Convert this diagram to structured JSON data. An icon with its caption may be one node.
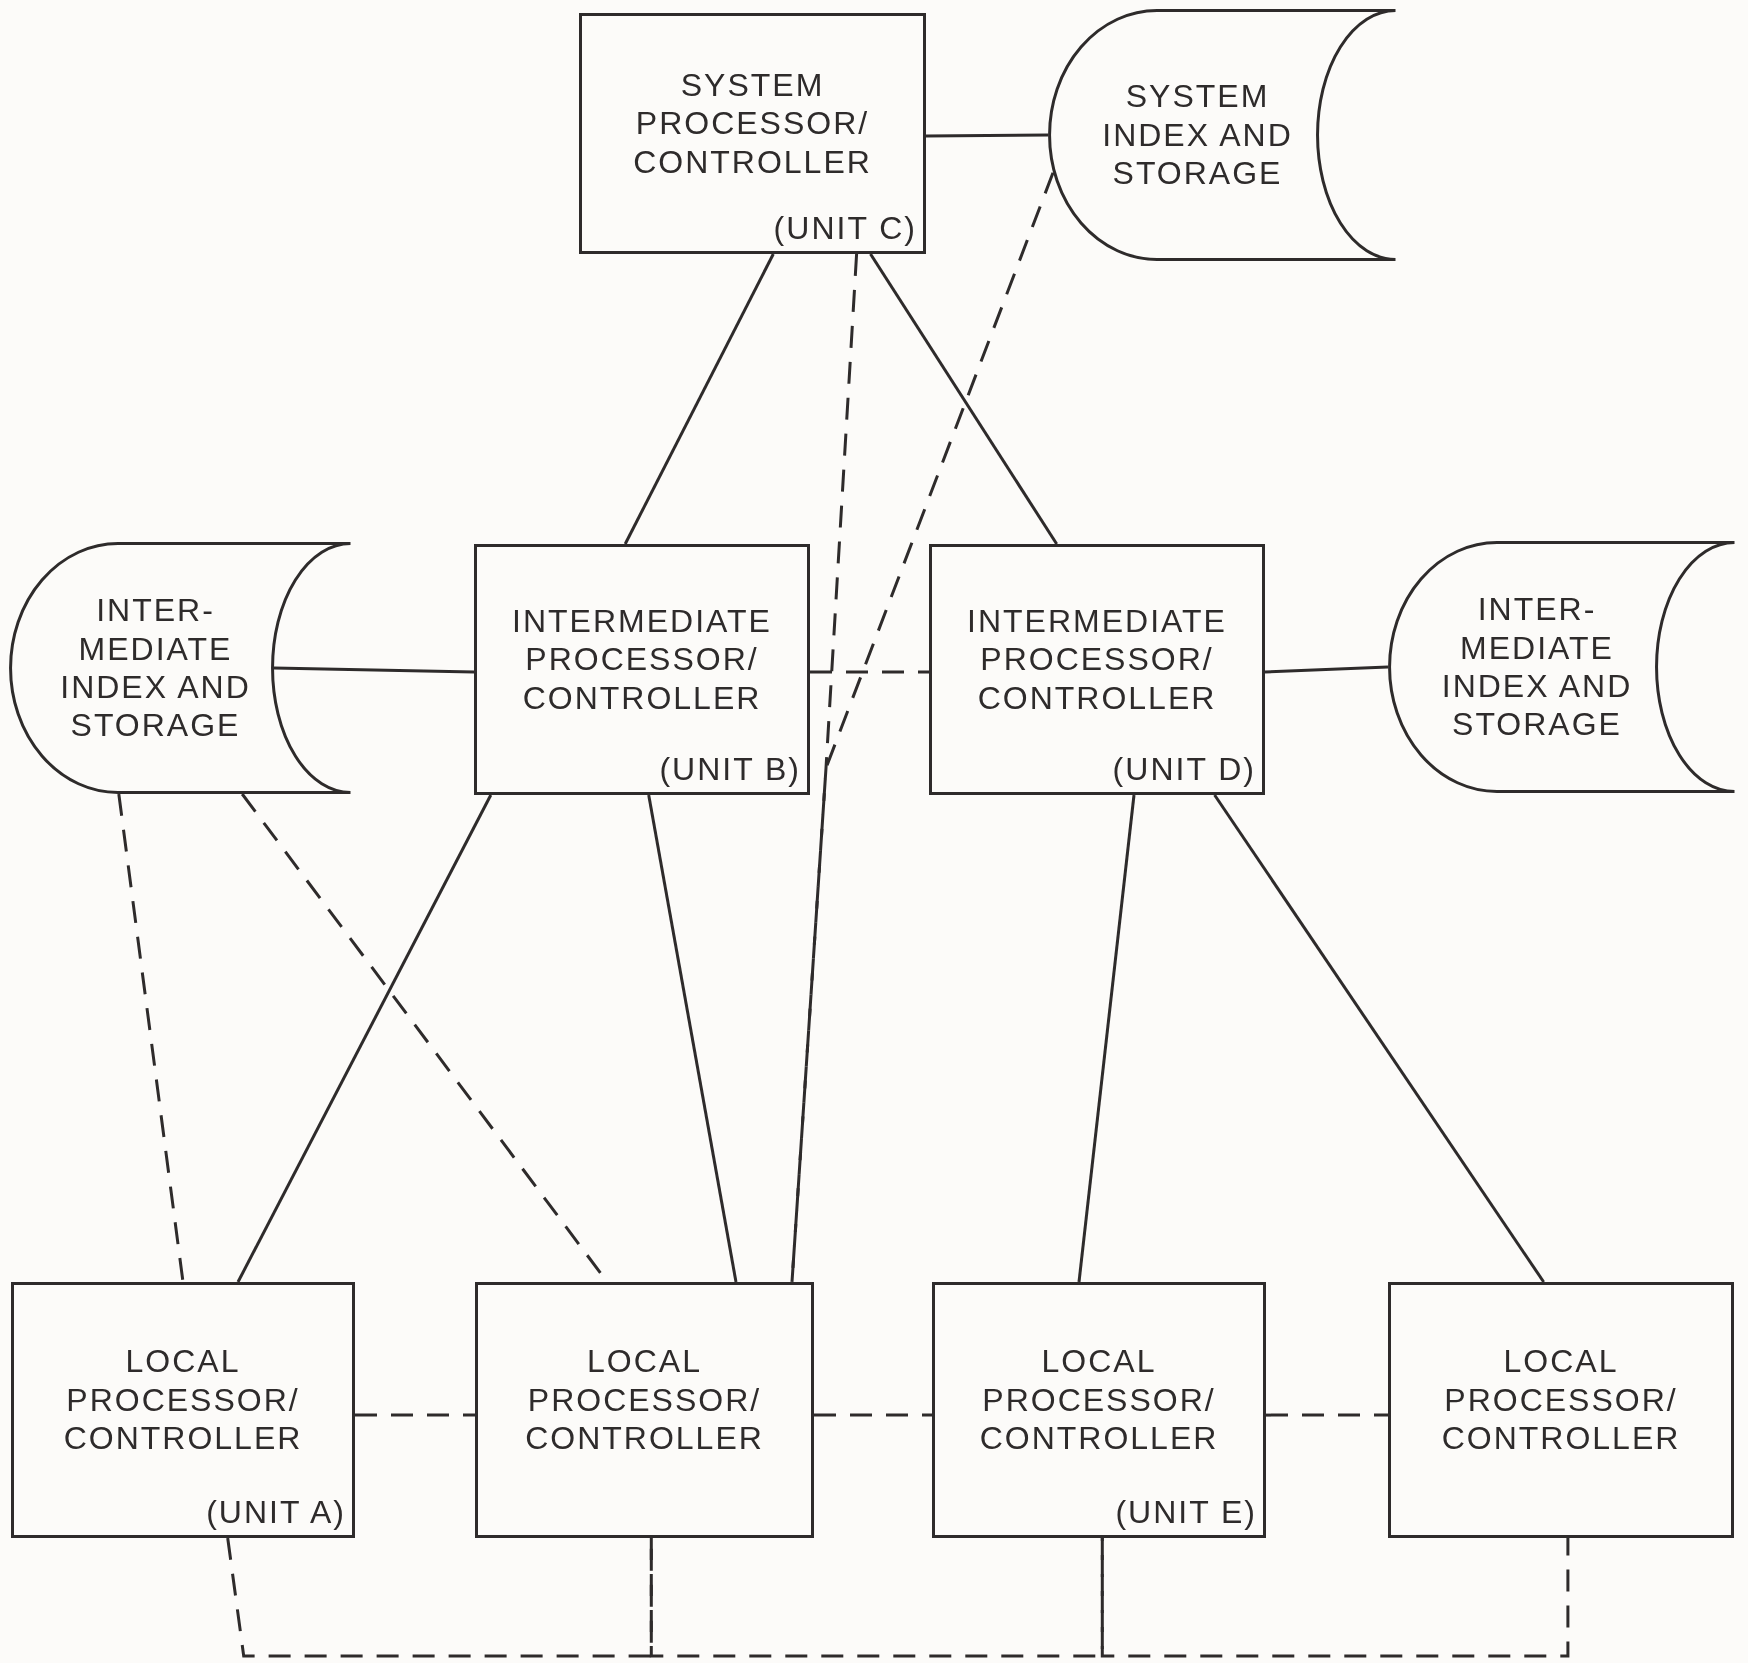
{
  "diagram": {
    "nodes": [
      {
        "text": [
          "SYSTEM PROCESSOR/ CONTROLLER",
          "(UNIT C)"
        ]
      },
      {
        "text": [
          "SYSTEM INDEX AND STORAGE"
        ]
      },
      {
        "text": [
          "INTER- MEDIATE INDEX AND STORAGE"
        ]
      },
      {
        "text": [
          "INTERMEDIATE PROCESSOR/ CONTROLLER",
          "(UNIT B)"
        ]
      },
      {
        "text": [
          "INTERMEDIATE PROCESSOR/ CONTROLLER",
          "(UNIT D)"
        ]
      },
      {
        "text": [
          "INTER- MEDIATE INDEX AND STORAGE"
        ]
      },
      {
        "text": [
          "LOCAL PROCESSOR/ CONTROLLER",
          "(UNIT A)"
        ]
      },
      {
        "text": [
          "LOCAL PROCESSOR/ CONTROLLER"
        ]
      },
      {
        "text": [
          "LOCAL PROCESSOR/ CONTROLLER",
          "(UNIT E)"
        ]
      },
      {
        "text": [
          "LOCAL PROCESSOR/ CONTROLLER"
        ]
      }
    ],
    "edges": [
      {
        "from": 0,
        "to": 1,
        "arrow": "none"
      },
      {
        "from": 0,
        "to": 3,
        "arrow": "none"
      },
      {
        "from": 0,
        "to": 4,
        "arrow": "none"
      },
      {
        "from": 2,
        "to": 3,
        "arrow": "none"
      },
      {
        "from": 3,
        "to": 4,
        "arrow": "none",
        "style": "dashed"
      },
      {
        "from": 4,
        "to": 5,
        "arrow": "none"
      },
      {
        "from": 0,
        "to": 7,
        "arrow": "none",
        "style": "dashed"
      },
      {
        "from": 1,
        "to": 7,
        "arrow": "none",
        "style": "dashed"
      },
      {
        "from": 2,
        "to": 6,
        "arrow": "none",
        "style": "dashed"
      },
      {
        "from": 2,
        "to": 7,
        "arrow": "none",
        "style": "dashed"
      },
      {
        "from": 3,
        "to": 6,
        "arrow": "none"
      },
      {
        "from": 3,
        "to": 7,
        "arrow": "none"
      },
      {
        "from": 4,
        "to": 8,
        "arrow": "none"
      },
      {
        "from": 4,
        "to": 9,
        "arrow": "none"
      },
      {
        "from": 6,
        "to": 7,
        "arrow": "none",
        "style": "dashed"
      },
      {
        "from": 7,
        "to": 8,
        "arrow": "none",
        "style": "dashed"
      },
      {
        "from": 8,
        "to": 9,
        "arrow": "none",
        "style": "dashed"
      },
      {
        "from": 6,
        "to": 7,
        "arrow": "none",
        "style": "dashed"
      },
      {
        "from": 7,
        "to": 8,
        "arrow": "none",
        "style": "dashed"
      },
      {
        "from": 8,
        "to": 9,
        "arrow": "none",
        "style": "dashed"
      }
    ]
  }
}
